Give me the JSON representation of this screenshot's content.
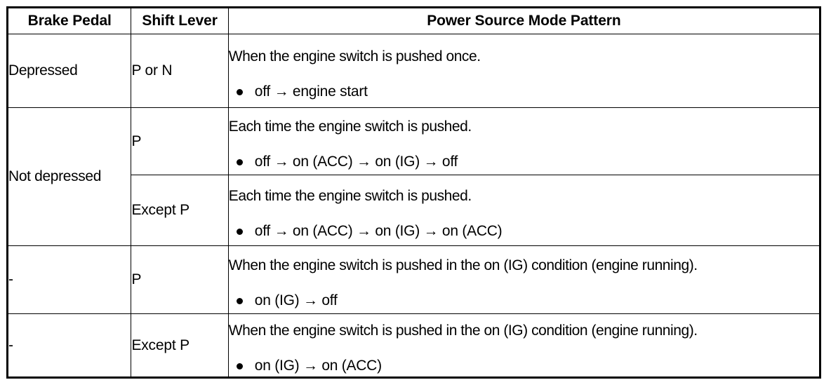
{
  "table": {
    "headers": {
      "brake_pedal": "Brake Pedal",
      "shift_lever": "Shift Lever",
      "power_source_mode_pattern": "Power Source Mode Pattern"
    },
    "rows": [
      {
        "brake_pedal": "Depressed",
        "shift_lever": "P or N",
        "lead": "When the engine switch is pushed once.",
        "bullets": [
          "off → engine start"
        ]
      },
      {
        "brake_pedal": "Not depressed",
        "shift_lever": "P",
        "lead": "Each time the engine switch is pushed.",
        "bullets": [
          "off → on (ACC) → on (IG) → off"
        ]
      },
      {
        "brake_pedal": "",
        "shift_lever": "Except P",
        "lead": "Each time the engine switch is pushed.",
        "bullets": [
          "off → on (ACC) → on (IG) → on (ACC)"
        ]
      },
      {
        "brake_pedal": "-",
        "shift_lever": "P",
        "lead": "When the engine switch is pushed in the on (IG) condition (engine running).",
        "bullets": [
          "on (IG) → off"
        ]
      },
      {
        "brake_pedal": "-",
        "shift_lever": "Except P",
        "lead": "When the engine switch is pushed in the on (IG) condition (engine running).",
        "bullets": [
          "on (IG) → on (ACC)"
        ]
      }
    ]
  },
  "colors": {
    "border": "#000000",
    "background": "#ffffff",
    "text": "#000000"
  }
}
